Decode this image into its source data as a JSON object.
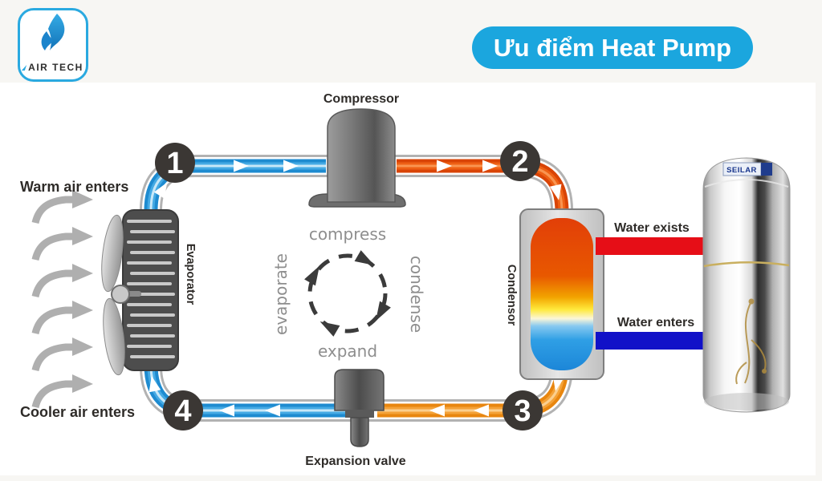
{
  "header": {
    "logo": {
      "brand": "AIR TECH"
    },
    "banner": {
      "title": "Ưu điểm Heat Pump"
    }
  },
  "labels": {
    "compressor": "Compressor",
    "evaporator": "Evaporator",
    "condensor": "Condensor",
    "expansion_valve": "Expansion valve",
    "warm_air": "Warm air enters",
    "cooler_air": "Cooler air enters",
    "water_out": "Water exists",
    "water_in": "Water enters",
    "tank_brand": "SEILAR"
  },
  "cycle": {
    "top": "compress",
    "right": "condense",
    "bottom": "expand",
    "left": "evaporate"
  },
  "steps": {
    "s1": "1",
    "s2": "2",
    "s3": "3",
    "s4": "4"
  },
  "colors": {
    "accent_blue": "#1BA6DE",
    "cold_pipe": "#1E8BD0",
    "hot_pipe": "#D94406",
    "warm_pipe": "#E8860F",
    "water_out_pipe": "#E60E17",
    "water_in_pipe": "#1111C8",
    "step_circle": "#3B3734"
  }
}
